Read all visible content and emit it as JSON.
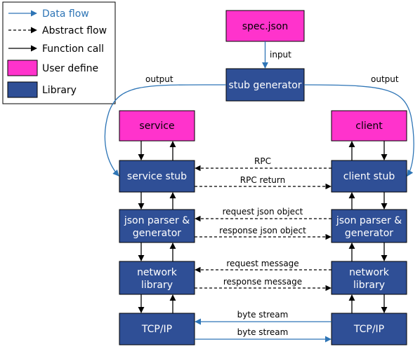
{
  "legend": {
    "data_flow": "Data flow",
    "abstract_flow": "Abstract flow",
    "function_call": "Function call",
    "user_define": "User define",
    "library": "Library"
  },
  "colors": {
    "user_define": "#ff33cc",
    "library": "#2f4f96",
    "data_flow": "#2e75b6",
    "border": "#000000"
  },
  "nodes": {
    "spec": "spec.json",
    "stub_generator": "stub generator",
    "service": "service",
    "client": "client",
    "service_stub": "service stub",
    "client_stub": "client stub",
    "json_service_1": "json parser &",
    "json_service_2": "generator",
    "json_client_1": "json parser &",
    "json_client_2": "generator",
    "net_service_1": "network",
    "net_service_2": "library",
    "net_client_1": "network",
    "net_client_2": "library",
    "tcp_service": "TCP/IP",
    "tcp_client": "TCP/IP"
  },
  "edges": {
    "input": "input",
    "output_left": "output",
    "output_right": "output",
    "rpc": "RPC",
    "rpc_return": "RPC return",
    "request_json": "request json object",
    "response_json": "response json object",
    "request_message": "request message",
    "response_message": "response message",
    "byte_stream_1": "byte stream",
    "byte_stream_2": "byte stream"
  }
}
